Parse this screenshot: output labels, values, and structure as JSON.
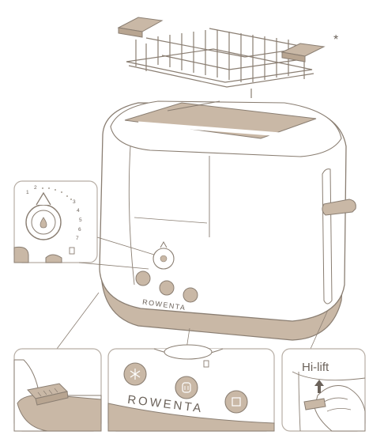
{
  "diagram": {
    "asterisk": "*",
    "brand": "ROWENTA",
    "dial_numbers": [
      "1",
      "2",
      "3",
      "4",
      "5",
      "6",
      "7"
    ],
    "hi_lift_label": "Hi-lift",
    "icons": [
      "defrost-icon",
      "reheat-icon",
      "stop-icon"
    ],
    "colors": {
      "line": "#8a7e72",
      "beige": "#c9b8a6",
      "beige_dark": "#b8a591",
      "panel_border": "#b7aea5",
      "body_fill": "#ffffff"
    }
  }
}
